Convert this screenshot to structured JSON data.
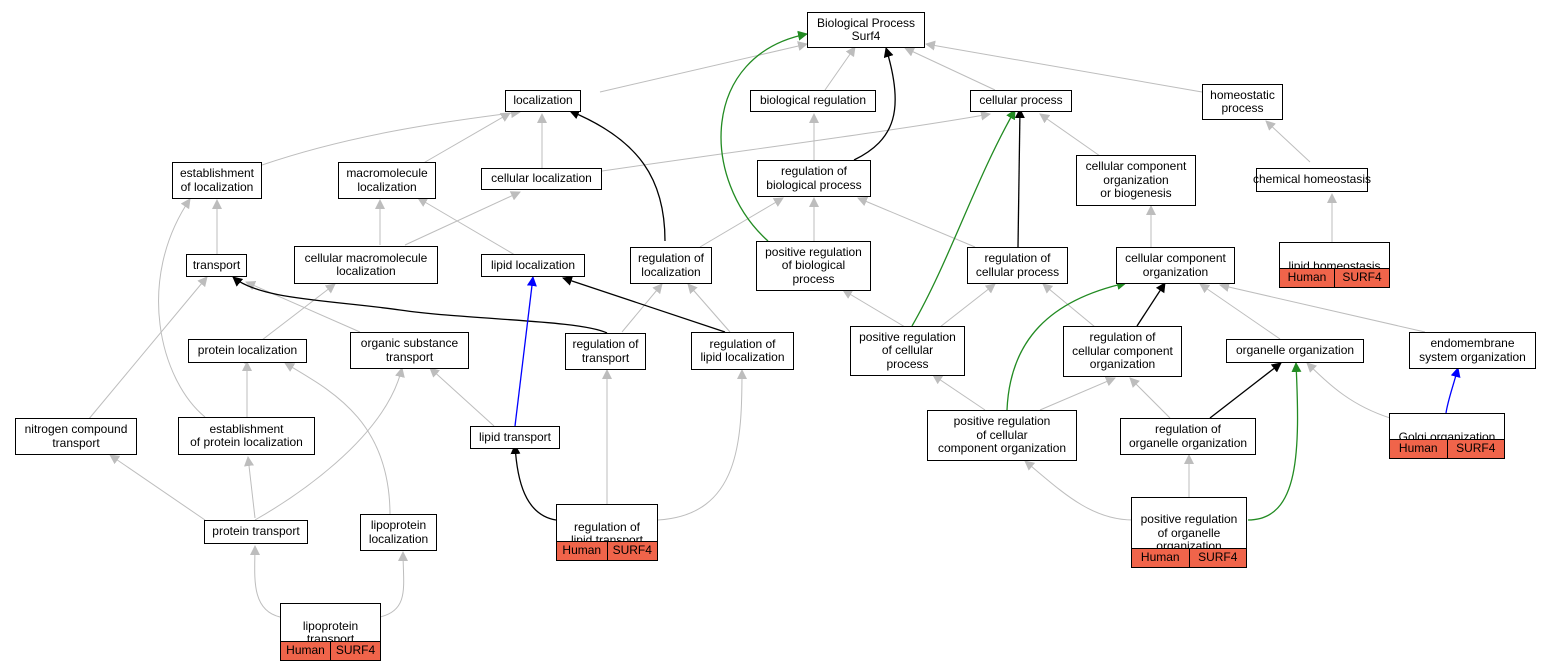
{
  "colors": {
    "gray": "#bdbdbd",
    "black": "#000000",
    "green": "#228b22",
    "blue": "#0000ff",
    "tag": "#f0644a"
  },
  "annotation": {
    "organism": "Human",
    "gene": "SURF4"
  },
  "nodes": {
    "root": "Biological Process\nSurf4",
    "localization": "localization",
    "biological_regulation": "biological regulation",
    "cellular_process": "cellular process",
    "homeostatic_process": "homeostatic\nprocess",
    "establishment_of_localization": "establishment\nof localization",
    "macromolecule_localization": "macromolecule\nlocalization",
    "cellular_localization": "cellular localization",
    "regulation_of_biological_process": "regulation of\nbiological process",
    "cellular_component_organization_or_biogenesis": "cellular component\norganization\nor biogenesis",
    "chemical_homeostasis": "chemical homeostasis",
    "transport": "transport",
    "cellular_macromolecule_localization": "cellular macromolecule\nlocalization",
    "lipid_localization": "lipid localization",
    "regulation_of_localization": "regulation of\nlocalization",
    "positive_regulation_of_biological_process": "positive regulation\nof biological\nprocess",
    "regulation_of_cellular_process": "regulation of\ncellular process",
    "cellular_component_organization": "cellular component\norganization",
    "lipid_homeostasis": "lipid homeostasis",
    "protein_localization": "protein localization",
    "organic_substance_transport": "organic substance\ntransport",
    "regulation_of_transport": "regulation of\ntransport",
    "regulation_of_lipid_localization": "regulation of\nlipid localization",
    "positive_regulation_of_cellular_process": "positive regulation\nof cellular\nprocess",
    "regulation_of_cellular_component_organization": "regulation of\ncellular component\norganization",
    "organelle_organization": "organelle organization",
    "endomembrane_system_organization": "endomembrane\nsystem organization",
    "nitrogen_compound_transport": "nitrogen compound\ntransport",
    "establishment_of_protein_localization": "establishment\nof protein localization",
    "lipid_transport": "lipid transport",
    "positive_regulation_of_cellular_component_organization": "positive regulation\nof cellular\ncomponent organization",
    "regulation_of_organelle_organization": "regulation of\norganelle organization",
    "golgi_organization": "Golgi organization",
    "protein_transport": "protein transport",
    "lipoprotein_localization": "lipoprotein\nlocalization",
    "regulation_of_lipid_transport": "regulation of\nlipid transport",
    "positive_regulation_of_organelle_organization": "positive regulation\nof organelle\norganization",
    "lipoprotein_transport": "lipoprotein\ntransport"
  }
}
